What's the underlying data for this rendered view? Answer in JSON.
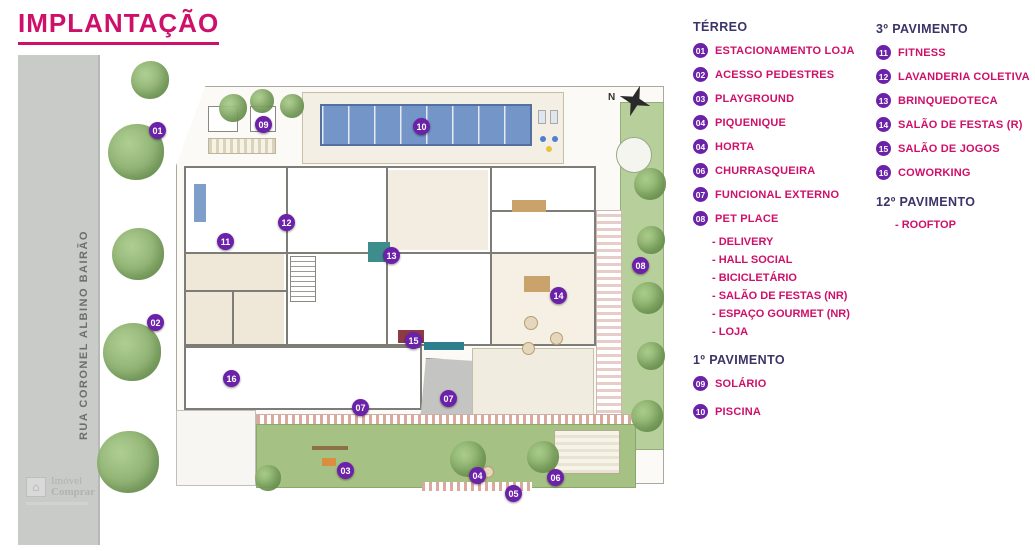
{
  "title": "IMPLANTAÇÃO",
  "street": {
    "label": "RUA CORONEL ALBINO BAIRÃO"
  },
  "compass": {
    "label": "N"
  },
  "logo": {
    "line1": "Imóvel",
    "line2": "Comprar"
  },
  "colors": {
    "accent_pink": "#CE106A",
    "heading_navy": "#3A3468",
    "badge_purple": "#6B21A8",
    "pool_blue": "#7495C8",
    "lawn_green": "#A6C184",
    "street_gray": "#C9CBC8"
  },
  "legend": {
    "terreo": {
      "heading": "TÉRREO",
      "items": [
        {
          "num": "01",
          "label": "ESTACIONAMENTO LOJA"
        },
        {
          "num": "02",
          "label": "ACESSO PEDESTRES"
        },
        {
          "num": "03",
          "label": "PLAYGROUND"
        },
        {
          "num": "04",
          "label": "PIQUENIQUE"
        },
        {
          "num": "04",
          "label": "HORTA"
        },
        {
          "num": "06",
          "label": "CHURRASQUEIRA"
        },
        {
          "num": "07",
          "label": "FUNCIONAL EXTERNO"
        },
        {
          "num": "08",
          "label": "PET PLACE"
        }
      ],
      "subitems": [
        "- DELIVERY",
        "- HALL SOCIAL",
        "- BICICLETÁRIO",
        "- SALÃO DE FESTAS (NR)",
        "- ESPAÇO GOURMET (NR)",
        "- LOJA"
      ]
    },
    "pav1": {
      "heading": "1º PAVIMENTO",
      "items": [
        {
          "num": "09",
          "label": "SOLÁRIO"
        },
        {
          "num": "10",
          "label": "PISCINA"
        }
      ]
    },
    "pav3": {
      "heading": "3º PAVIMENTO",
      "items": [
        {
          "num": "11",
          "label": "FITNESS"
        },
        {
          "num": "12",
          "label": "LAVANDERIA COLETIVA"
        },
        {
          "num": "13",
          "label": "BRINQUEDOTECA"
        },
        {
          "num": "14",
          "label": "SALÃO DE FESTAS (R)"
        },
        {
          "num": "15",
          "label": "SALÃO DE JOGOS"
        },
        {
          "num": "16",
          "label": "COWORKING"
        }
      ]
    },
    "pav12": {
      "heading": "12º PAVIMENTO",
      "subitems": [
        "- ROOFTOP"
      ]
    }
  },
  "plan": {
    "markers": [
      {
        "num": "01"
      },
      {
        "num": "09"
      },
      {
        "num": "10"
      },
      {
        "num": "12"
      },
      {
        "num": "11"
      },
      {
        "num": "13"
      },
      {
        "num": "08"
      },
      {
        "num": "14"
      },
      {
        "num": "02"
      },
      {
        "num": "15"
      },
      {
        "num": "16"
      },
      {
        "num": "07"
      },
      {
        "num": "07"
      },
      {
        "num": "03"
      },
      {
        "num": "04"
      },
      {
        "num": "05"
      },
      {
        "num": "06"
      }
    ]
  }
}
